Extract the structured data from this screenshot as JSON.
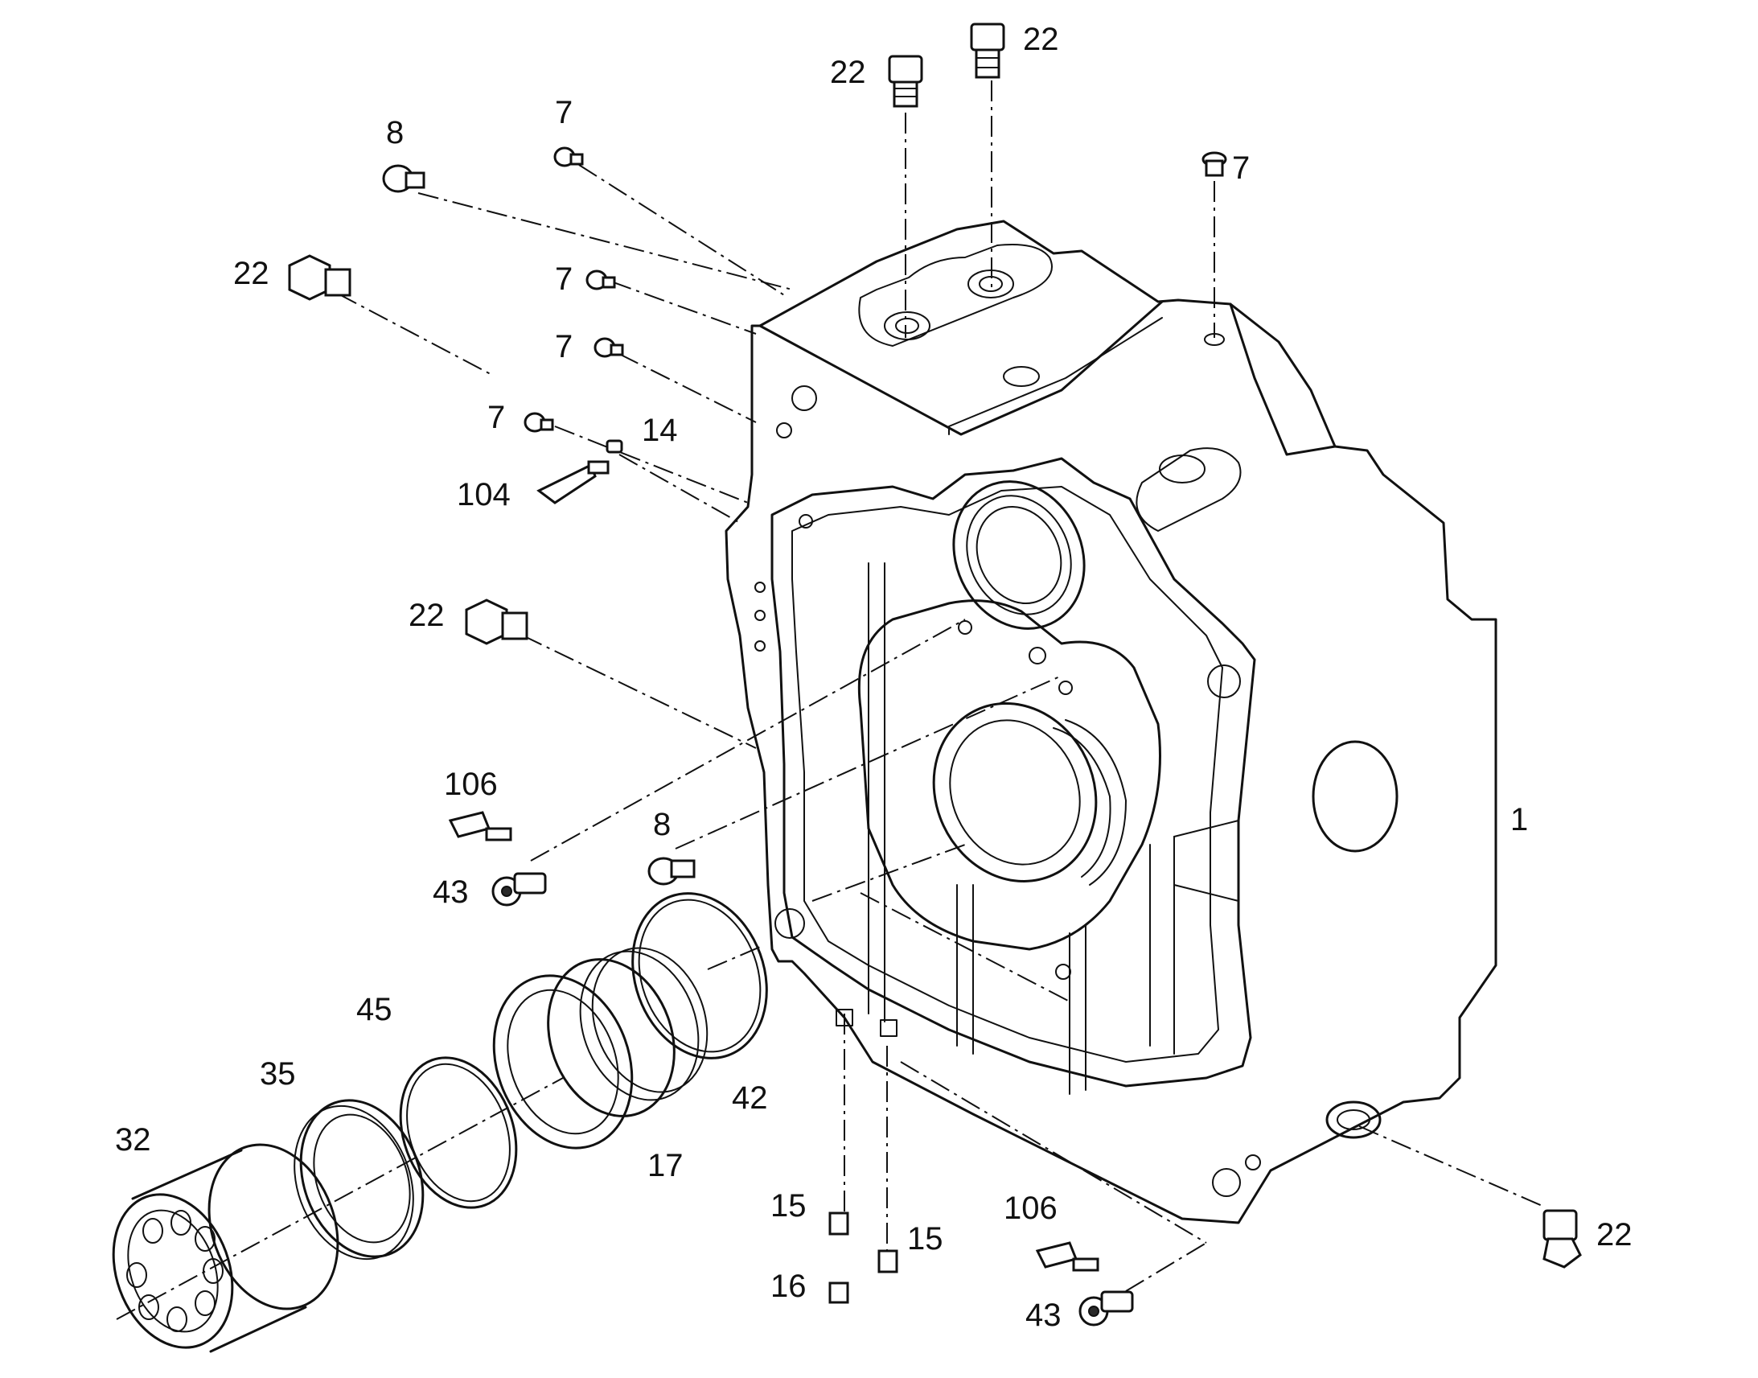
{
  "diagram": {
    "callouts": [
      {
        "id": "c1",
        "text": "22"
      },
      {
        "id": "c2",
        "text": "22"
      },
      {
        "id": "c3",
        "text": "7"
      },
      {
        "id": "c4",
        "text": "8"
      },
      {
        "id": "c5",
        "text": "7"
      },
      {
        "id": "c6",
        "text": "22"
      },
      {
        "id": "c7",
        "text": "7"
      },
      {
        "id": "c8",
        "text": "7"
      },
      {
        "id": "c9",
        "text": "7"
      },
      {
        "id": "c10",
        "text": "14"
      },
      {
        "id": "c11",
        "text": "104"
      },
      {
        "id": "c12",
        "text": "22"
      },
      {
        "id": "c13",
        "text": "1"
      },
      {
        "id": "c14",
        "text": "106"
      },
      {
        "id": "c15",
        "text": "8"
      },
      {
        "id": "c16",
        "text": "43"
      },
      {
        "id": "c17",
        "text": "45"
      },
      {
        "id": "c18",
        "text": "35"
      },
      {
        "id": "c19",
        "text": "32"
      },
      {
        "id": "c20",
        "text": "42"
      },
      {
        "id": "c21",
        "text": "17"
      },
      {
        "id": "c22",
        "text": "15"
      },
      {
        "id": "c23",
        "text": "15"
      },
      {
        "id": "c24",
        "text": "16"
      },
      {
        "id": "c25",
        "text": "106"
      },
      {
        "id": "c26",
        "text": "43"
      },
      {
        "id": "c27",
        "text": "22"
      }
    ]
  }
}
